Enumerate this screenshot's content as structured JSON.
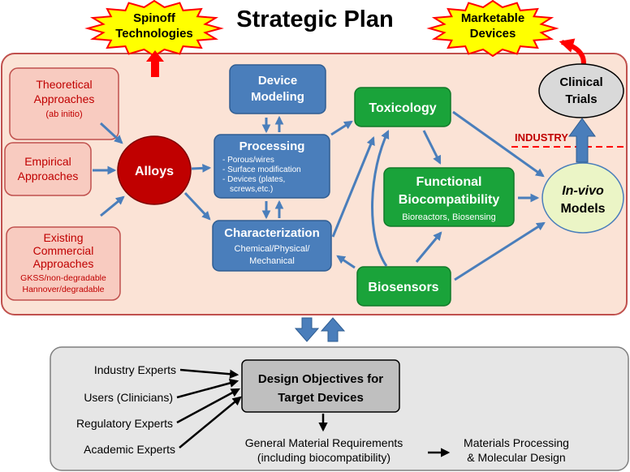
{
  "title": "Strategic Plan",
  "spinoff": [
    "Spinoff",
    "Technologies"
  ],
  "marketable": [
    "Marketable",
    "Devices"
  ],
  "industry_label": "INDUSTRY",
  "sources": {
    "theoretical": [
      "Theoretical",
      "Approaches",
      "(ab initio)"
    ],
    "empirical": [
      "Empirical",
      "Approaches"
    ],
    "existing": [
      "Existing",
      "Commercial",
      "Approaches",
      "GKSS/non-degradable",
      "Hannover/degradable"
    ]
  },
  "alloys": "Alloys",
  "device_modeling": [
    "Device",
    "Modeling"
  ],
  "processing": {
    "title": "Processing",
    "items": [
      "- Porous/wires",
      "- Surface modification",
      "- Devices (plates,",
      "screws,etc.)"
    ]
  },
  "characterization": {
    "title": "Characterization",
    "lines": [
      "Chemical/Physical/",
      "Mechanical"
    ]
  },
  "toxicology": "Toxicology",
  "functional": {
    "lines": [
      "Functional",
      "Biocompatibility"
    ],
    "sub": "Bioreactors, Biosensing"
  },
  "biosensors": "Biosensors",
  "clinical": [
    "Clinical",
    "Trials"
  ],
  "invivo": [
    "In-vivo",
    "Models"
  ],
  "design": {
    "title": [
      "Design Objectives for",
      "Target Devices"
    ],
    "experts": [
      "Industry Experts",
      "Users (Clinicians)",
      "Regulatory Experts",
      "Academic Experts"
    ],
    "requirements": [
      "General Material Requirements",
      "(including biocompatibility)"
    ],
    "materials": [
      "Materials Processing",
      "& Molecular Design"
    ]
  },
  "colors": {
    "panel_fill": "#fbe3d6",
    "panel_stroke": "#c0504d",
    "source_fill": "#f8cbc0",
    "source_text": "#c00000",
    "alloys_fill": "#c00000",
    "blue_box": "#4a7ebb",
    "green_box": "#1aa33a",
    "arrow_blue": "#4a7ebb",
    "starburst_fill": "#ffff00",
    "starburst_stroke": "#ff0000",
    "clinical_fill": "#d9d9d9",
    "invivo_fill": "#ebf5c6",
    "bottom_panel": "#e6e6e6",
    "design_fill": "#bfbfbf"
  }
}
